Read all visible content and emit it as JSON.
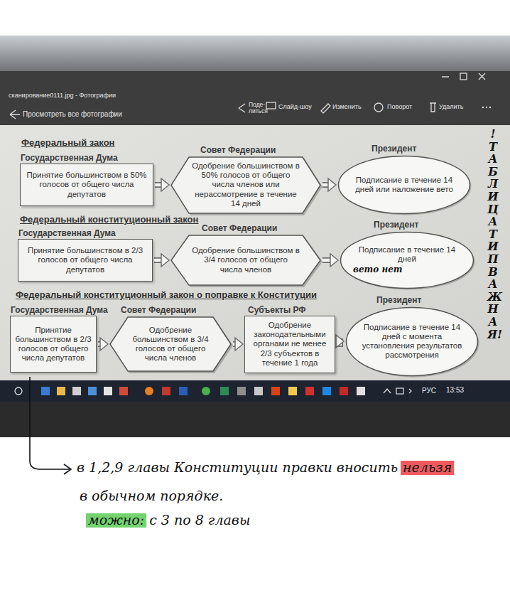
{
  "diagram": {
    "nodes": [
      {
        "text": [
          "Государственная Дума",
          "Принятие большинством в 50% голосов от общего числа депутатов"
        ]
      },
      {
        "text": [
          "Совет Федерации",
          "Одобрение большинством в 50% голосов от общего числа членов или нерассмотрение в течение 14 дней"
        ]
      },
      {
        "text": [
          "Президент",
          "Подписание в течение 14 дней или наложение вето"
        ]
      },
      {
        "text": [
          "Государственная Дума",
          "Принятие большинством в 2/3 голосов от общего числа депутатов"
        ]
      },
      {
        "text": [
          "Совет Федерации",
          "Одобрение большинством в 3/4 голосов от общего числа членов"
        ]
      },
      {
        "text": [
          "Президент",
          "Подписание в течение 14 дней",
          "вето нет"
        ]
      },
      {
        "text": [
          "Государственная Дума",
          "Принятие большинством в 2/3 голосов от общего числа депутатов"
        ]
      },
      {
        "text": [
          "Совет Федерации",
          "Одобрение большинством в 3/4 голосов от общего числа членов"
        ]
      },
      {
        "text": [
          "Субъекты РФ",
          "Одобрение законодательными органами не менее 2/3 субъектов в течение 1 года"
        ]
      },
      {
        "text": [
          "Президент",
          "Подписание в течение 14 дней с момента установления результатов рассмотрения"
        ]
      }
    ],
    "edges": [
      {
        "from": 0,
        "to": 1,
        "arrow": "to"
      },
      {
        "from": 1,
        "to": 2,
        "arrow": "to"
      },
      {
        "from": 3,
        "to": 4,
        "arrow": "to"
      },
      {
        "from": 4,
        "to": 5,
        "arrow": "to"
      },
      {
        "from": 6,
        "to": 7,
        "arrow": "to"
      },
      {
        "from": 7,
        "to": 8,
        "arrow": "to"
      },
      {
        "from": 8,
        "to": 9,
        "arrow": "to"
      }
    ],
    "labels": [
      "сканирование0111.jpg - Фотографии",
      "Просмотреть все фотографии",
      "Поде- литься",
      "Слайд-шоу",
      "Изменить",
      "Поворот",
      "Удалить",
      "Федеральный закон",
      "Федеральный конституционный закон",
      "Федеральный конституционный закон о поправке к Конституции",
      "!ТАБЛИЦА ТИП ВАЖНАЯ!",
      "РУС",
      "13:53",
      "в 1,2,9 главы Конституции правки вносить",
      "нельзя",
      "в обычном порядке.",
      "можно:",
      "с 3 по 8 главы"
    ]
  }
}
